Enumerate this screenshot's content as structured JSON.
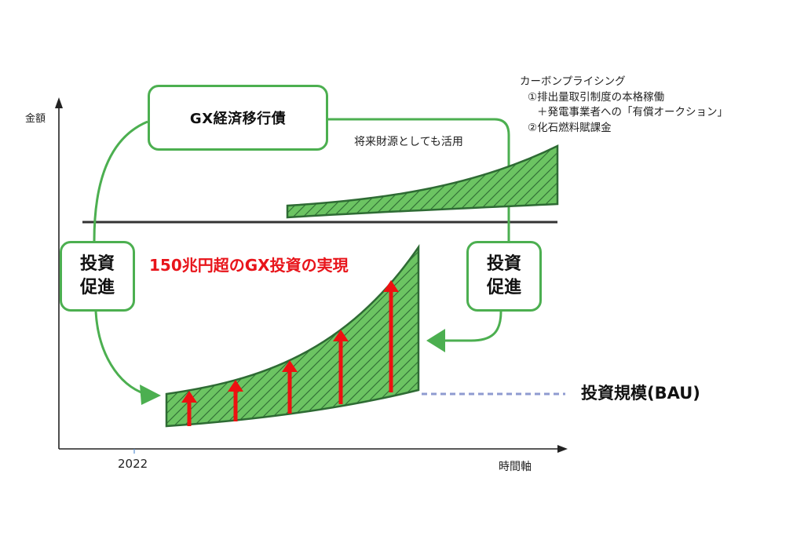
{
  "axes": {
    "y_label": "金額",
    "x_label": "時間軸",
    "x_tick": "2022"
  },
  "boxes": {
    "bond": "GX経済移行債",
    "promotion_left": {
      "line1": "投資",
      "line2": "促進"
    },
    "promotion_right": {
      "line1": "投資",
      "line2": "促進"
    }
  },
  "annotations": {
    "future_use": "将来財源としても活用",
    "headline": "150兆円超のGX投資の実現",
    "bau": "投資規模(BAU)",
    "carbon_pricing": {
      "title": "カーボンプライシング",
      "item1": "①排出量取引制度の本格稼働",
      "item1_sub": "＋発電事業者への「有償オークション」",
      "item2": "②化石燃料賦課金"
    }
  },
  "colors": {
    "green_line": "#4caf50",
    "green_fill": "#6cc462",
    "green_edge": "#2e6b34",
    "red_arrow": "#ee1111",
    "headline_red": "#e8151b",
    "bau_dash": "#8f9bd0",
    "axis": "#222222"
  }
}
